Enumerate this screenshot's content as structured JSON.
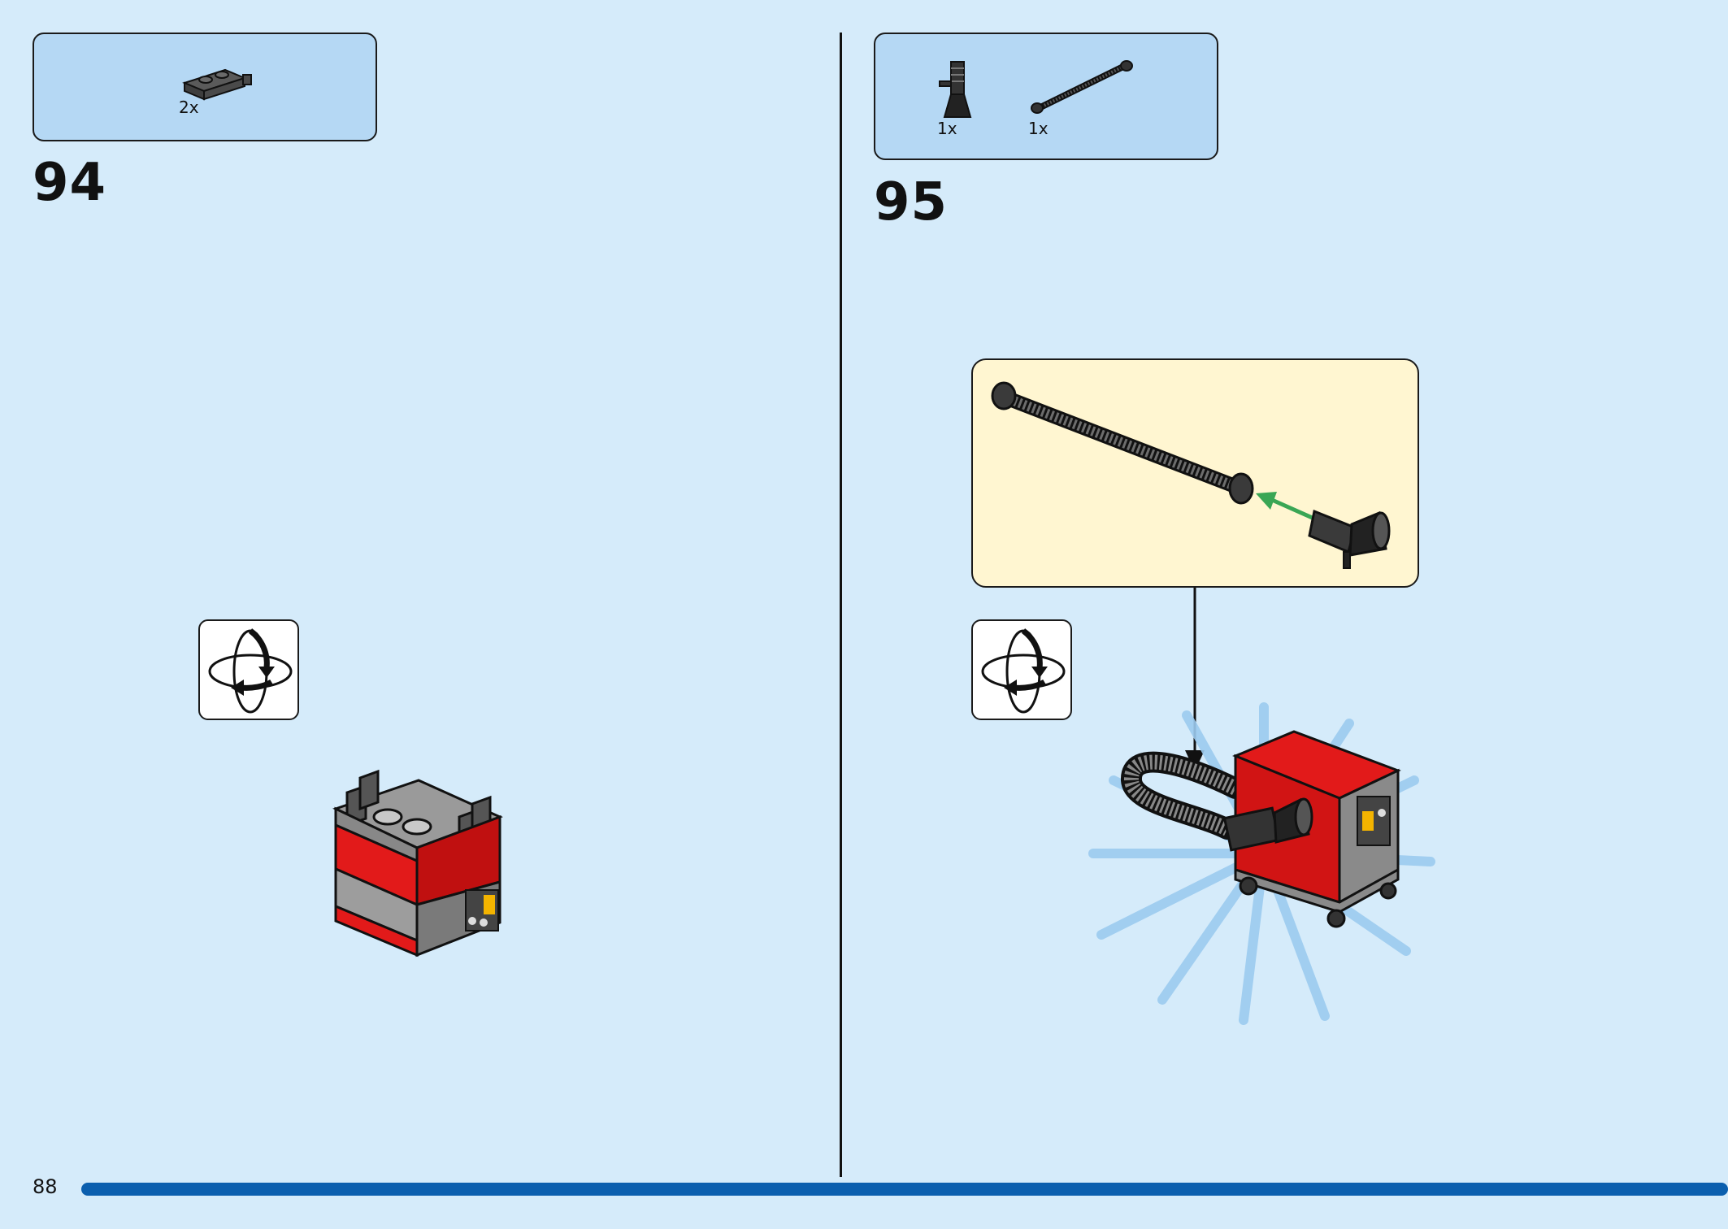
{
  "page": {
    "number": "88",
    "progress": 1.0
  },
  "steps": [
    {
      "number": "94",
      "parts": [
        {
          "name": "plate-1x2-with-side-clips",
          "qty": "2x"
        }
      ]
    },
    {
      "number": "95",
      "parts": [
        {
          "name": "nozzle-piece",
          "qty": "1x"
        },
        {
          "name": "flexible-hose",
          "qty": "1x"
        }
      ]
    }
  ],
  "colors": {
    "background": "#d5ebfa",
    "parts_box": "#b5d8f4",
    "callout": "#fff6d1",
    "progress": "#0b5fae",
    "brick_red": "#e21a1a",
    "arrow_green": "#3aa655"
  }
}
